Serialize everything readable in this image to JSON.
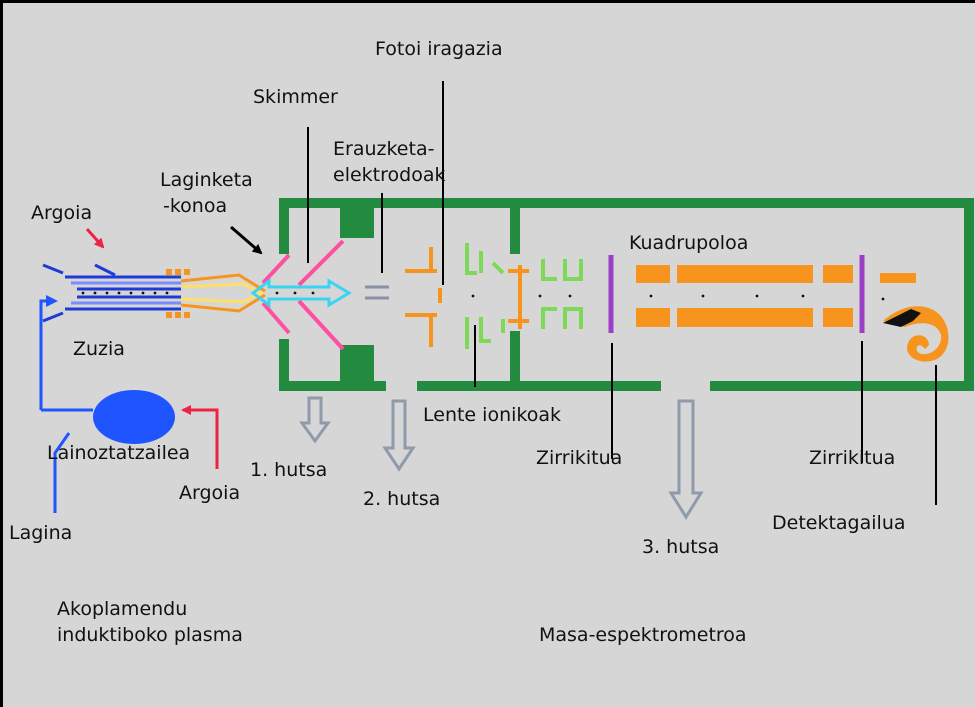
{
  "labels": {
    "fotoi_iragazia": "Fotoi iragazia",
    "skimmer": "Skimmer",
    "erauzketa": "Erauzketa-",
    "elektrodoak": "elektrodoak",
    "laginketa": "Laginketa",
    "konoa": "-konoa",
    "argoia_top": "Argoia",
    "kuadrupoloa": "Kuadrupoloa",
    "zuzia": "Zuzia",
    "lente_ionikoak": "Lente ionikoak",
    "lainoztatzailea": "Lainoztatzailea",
    "hutsa1": "1. hutsa",
    "hutsa2": "2. hutsa",
    "hutsa3": "3. hutsa",
    "zirrikitua1": "Zirrikitua",
    "zirrikitua2": "Zirrikitua",
    "argoia_bottom": "Argoia",
    "lagina": "Lagina",
    "detektagailua": "Detektagailua",
    "akoplamendu": "Akoplamendu",
    "induktiboko": "induktiboko plasma",
    "masa": "Masa-espektrometroa"
  },
  "colors": {
    "background": "#d6d6d6",
    "chamber": "#228b40",
    "ion_optics": "#f7941d",
    "lenses": "#7ed957",
    "slits": "#9b3fc9",
    "cones": "#ff4fa0",
    "photon_beam": "#39d4f2",
    "torch": "#1f3bd6",
    "nebulizer": "#1f55ff",
    "argon_arrow": "#ee2244",
    "vacuum_arrow": "#8f9aaa"
  }
}
